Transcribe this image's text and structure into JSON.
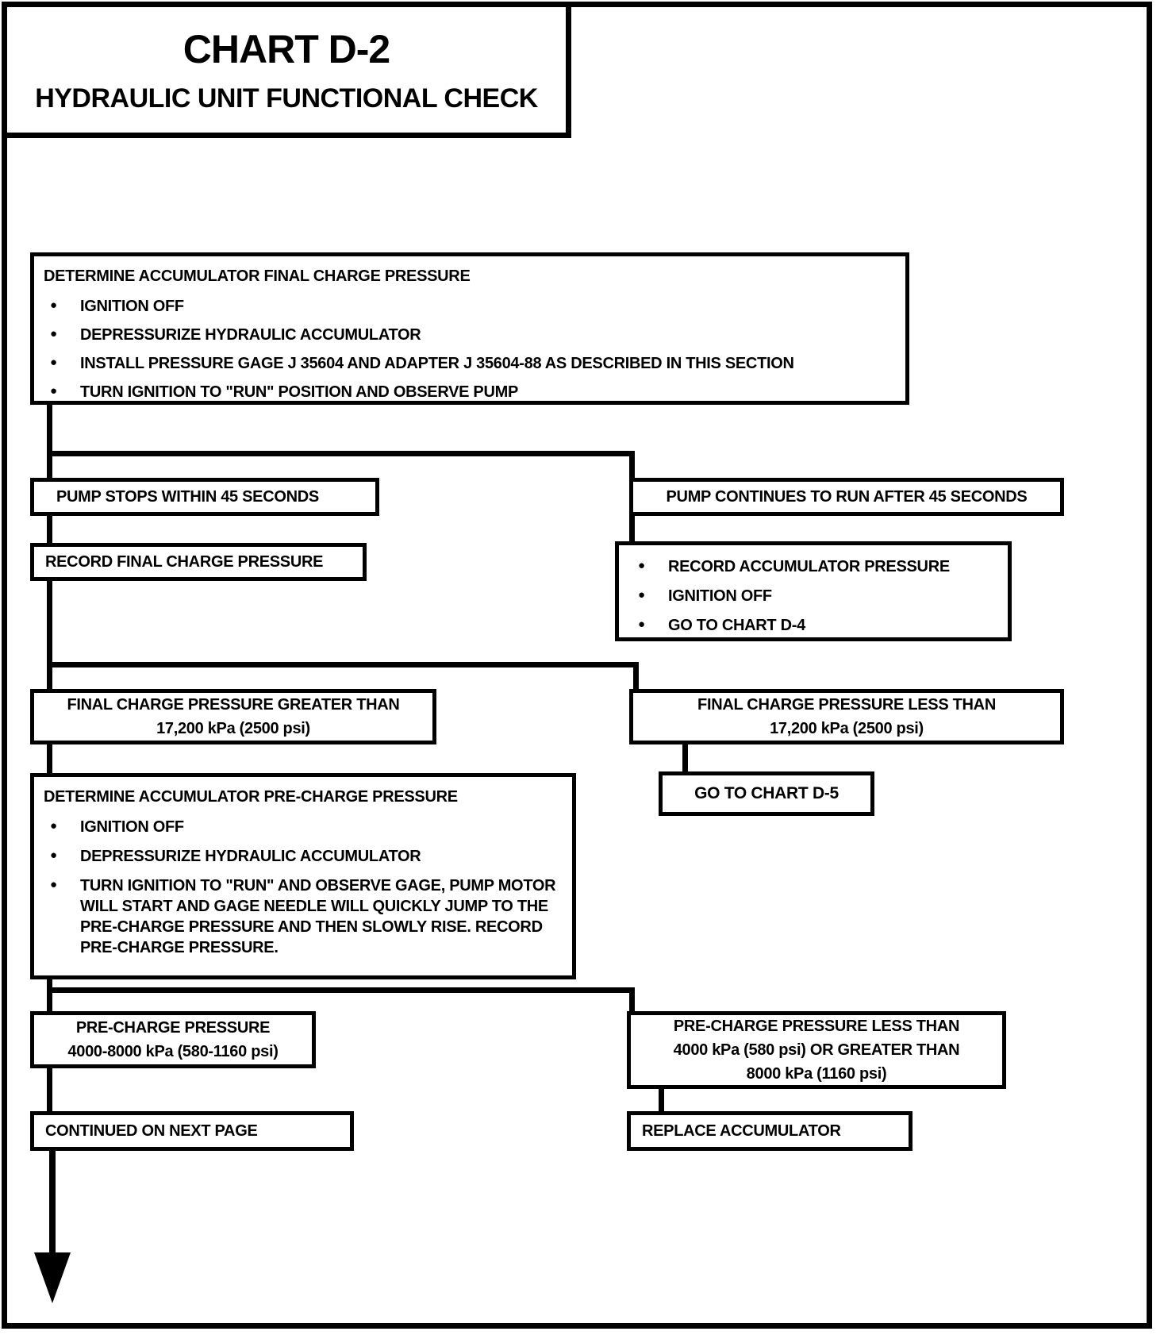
{
  "title": {
    "line1": "CHART D-2",
    "line2": "HYDRAULIC UNIT FUNCTIONAL CHECK"
  },
  "icons": {
    "bullet": "●"
  },
  "colors": {
    "ink": "#000000",
    "paper": "#ffffff"
  },
  "flowchart": {
    "step1": {
      "heading": "DETERMINE ACCUMULATOR FINAL CHARGE PRESSURE",
      "bullets": [
        "IGNITION OFF",
        "DEPRESSURIZE HYDRAULIC ACCUMULATOR",
        "INSTALL PRESSURE GAGE J 35604 AND ADAPTER J 35604-88 AS DESCRIBED IN THIS SECTION",
        "TURN IGNITION TO \"RUN\" POSITION AND OBSERVE PUMP"
      ]
    },
    "pump_stops": "PUMP STOPS WITHIN 45 SECONDS",
    "pump_continues": "PUMP CONTINUES TO RUN AFTER 45 SECONDS",
    "record_final": "RECORD FINAL CHARGE PRESSURE",
    "pump_continues_actions": [
      "RECORD ACCUMULATOR PRESSURE",
      "IGNITION OFF",
      "GO TO CHART D-4"
    ],
    "final_greater": {
      "line1": "FINAL CHARGE PRESSURE GREATER THAN",
      "line2": "17,200 kPa (2500 psi)"
    },
    "final_less": {
      "line1": "FINAL CHARGE PRESSURE LESS THAN",
      "line2": "17,200 kPa (2500 psi)"
    },
    "go_to_d5": "GO TO CHART D-5",
    "step2": {
      "heading": "DETERMINE ACCUMULATOR PRE-CHARGE PRESSURE",
      "bullets": [
        "IGNITION OFF",
        "DEPRESSURIZE HYDRAULIC ACCUMULATOR",
        "TURN IGNITION TO \"RUN\" AND OBSERVE GAGE, PUMP MOTOR WILL START AND GAGE NEEDLE WILL QUICKLY JUMP TO THE PRE-CHARGE PRESSURE AND THEN SLOWLY RISE. RECORD PRE-CHARGE PRESSURE."
      ]
    },
    "precharge_ok": {
      "line1": "PRE-CHARGE PRESSURE",
      "line2": "4000-8000 kPa (580-1160 psi)"
    },
    "precharge_bad": {
      "line1": "PRE-CHARGE PRESSURE LESS THAN",
      "line2": "4000 kPa (580 psi) OR GREATER THAN",
      "line3": "8000 kPa (1160 psi)"
    },
    "continued": "CONTINUED ON NEXT PAGE",
    "replace": "REPLACE ACCUMULATOR"
  }
}
